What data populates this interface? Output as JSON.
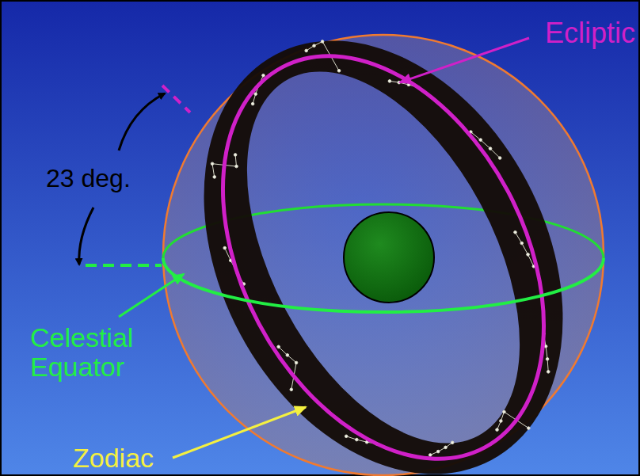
{
  "diagram": {
    "labels": [
      "Ecliptic",
      "23 deg.",
      "Celestial Equator",
      "Zodiac"
    ]
  }
}
